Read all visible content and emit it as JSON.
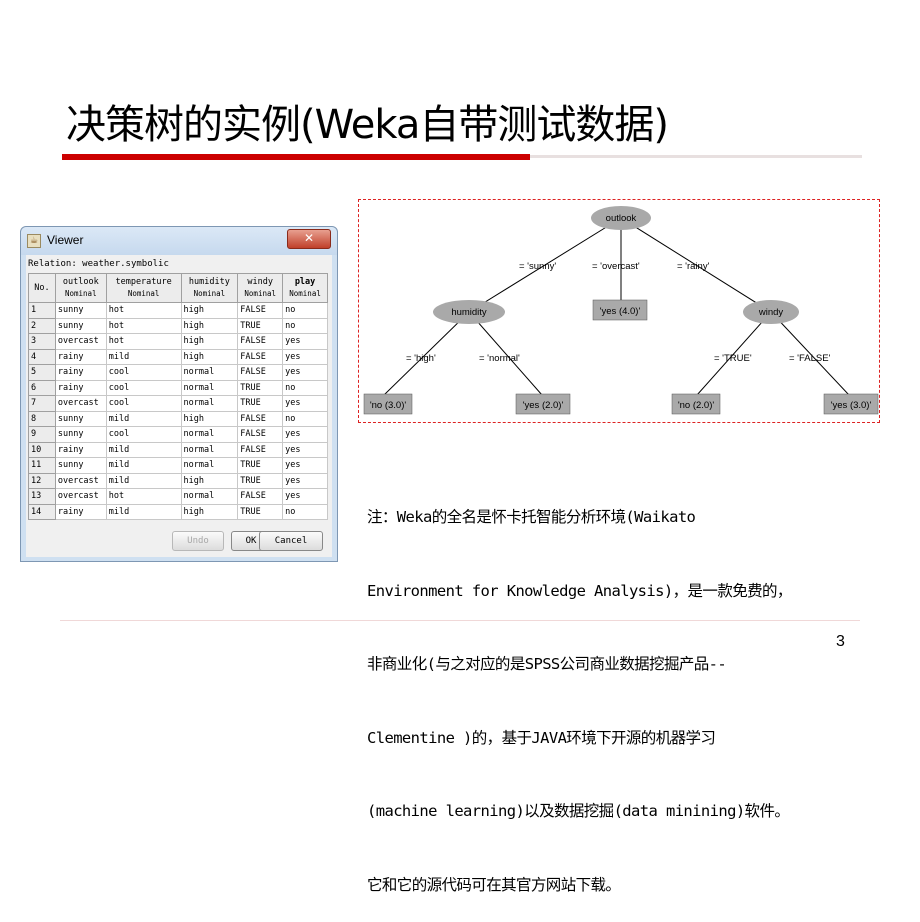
{
  "slide": {
    "title": "决策树的实例(Weka自带测试数据)",
    "page_number": "3"
  },
  "viewer": {
    "window_title": "Viewer",
    "relation": "Relation: weather.symbolic",
    "columns": [
      {
        "name": "No.",
        "type": ""
      },
      {
        "name": "outlook",
        "type": "Nominal"
      },
      {
        "name": "temperature",
        "type": "Nominal"
      },
      {
        "name": "humidity",
        "type": "Nominal"
      },
      {
        "name": "windy",
        "type": "Nominal"
      },
      {
        "name": "play",
        "type": "Nominal"
      }
    ],
    "rows": [
      [
        "1",
        "sunny",
        "hot",
        "high",
        "FALSE",
        "no"
      ],
      [
        "2",
        "sunny",
        "hot",
        "high",
        "TRUE",
        "no"
      ],
      [
        "3",
        "overcast",
        "hot",
        "high",
        "FALSE",
        "yes"
      ],
      [
        "4",
        "rainy",
        "mild",
        "high",
        "FALSE",
        "yes"
      ],
      [
        "5",
        "rainy",
        "cool",
        "normal",
        "FALSE",
        "yes"
      ],
      [
        "6",
        "rainy",
        "cool",
        "normal",
        "TRUE",
        "no"
      ],
      [
        "7",
        "overcast",
        "cool",
        "normal",
        "TRUE",
        "yes"
      ],
      [
        "8",
        "sunny",
        "mild",
        "high",
        "FALSE",
        "no"
      ],
      [
        "9",
        "sunny",
        "cool",
        "normal",
        "FALSE",
        "yes"
      ],
      [
        "10",
        "rainy",
        "mild",
        "normal",
        "FALSE",
        "yes"
      ],
      [
        "11",
        "sunny",
        "mild",
        "normal",
        "TRUE",
        "yes"
      ],
      [
        "12",
        "overcast",
        "mild",
        "high",
        "TRUE",
        "yes"
      ],
      [
        "13",
        "overcast",
        "hot",
        "normal",
        "FALSE",
        "yes"
      ],
      [
        "14",
        "rainy",
        "mild",
        "high",
        "TRUE",
        "no"
      ]
    ],
    "buttons": {
      "undo": "Undo",
      "ok": "OK",
      "cancel": "Cancel"
    }
  },
  "tree": {
    "nodes": {
      "outlook": "outlook",
      "humidity": "humidity",
      "windy": "windy",
      "leaf_overcast": "'yes (4.0)'",
      "leaf_high": "'no (3.0)'",
      "leaf_normal": "'yes (2.0)'",
      "leaf_true": "'no (2.0)'",
      "leaf_false": "'yes (3.0)'"
    },
    "edges": {
      "sunny": "= 'sunny'",
      "overcast": "= 'overcast'",
      "rainy": "= 'rainy'",
      "high": "= 'high'",
      "normal": "= 'normal'",
      "true": "= 'TRUE'",
      "false": "= 'FALSE'"
    },
    "node_color": "#a9a9a9"
  },
  "note": {
    "lines": [
      "注：Weka的全名是怀卡托智能分析环境(Waikato",
      "Environment for Knowledge Analysis)，是一款免费的，",
      "非商业化(与之对应的是SPSS公司商业数据挖掘产品--",
      "Clementine )的，基于JAVA环境下开源的机器学习",
      "(machine learning)以及数据挖掘(data minining)软件。",
      "它和它的源代码可在其官方网站下载。"
    ]
  },
  "colors": {
    "accent": "#cc0000",
    "tree_border": "#dd2222"
  }
}
